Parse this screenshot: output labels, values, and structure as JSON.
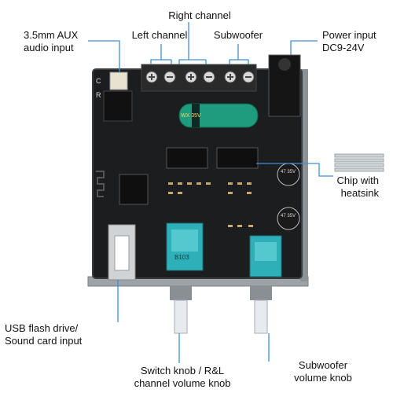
{
  "labels": {
    "right_channel": "Right channel",
    "left_channel": "Left channel",
    "subwoofer": "Subwoofer",
    "aux_line1": "3.5mm AUX",
    "aux_line2": "audio input",
    "power_line1": "Power input",
    "power_line2": "DC9-24V",
    "chip_line1": "Chip with",
    "chip_line2": "heatsink",
    "usb_line1": "USB flash drive/",
    "usb_line2": "Sound card input",
    "switch_line1": "Switch knob / R&L",
    "switch_line2": "channel volume knob",
    "sub_knob_line1": "Subwoofer",
    "sub_knob_line2": "volume knob"
  },
  "board_markings": {
    "cap_text": "WX 35V",
    "cap_small_a": "47 35V",
    "cap_small_b": "47 35V",
    "pot_text": "B103",
    "c_label": "C",
    "r_label": "R"
  },
  "colors": {
    "annotation_line": "#3f8fd6",
    "pcb": "#1b1d1f",
    "pcb_edge": "#3a3d40",
    "terminal": "#222222",
    "pot_teal": "#2fb0b8",
    "metal_plate": "#9ea3a8",
    "capacitor": "#1f9c7e"
  }
}
